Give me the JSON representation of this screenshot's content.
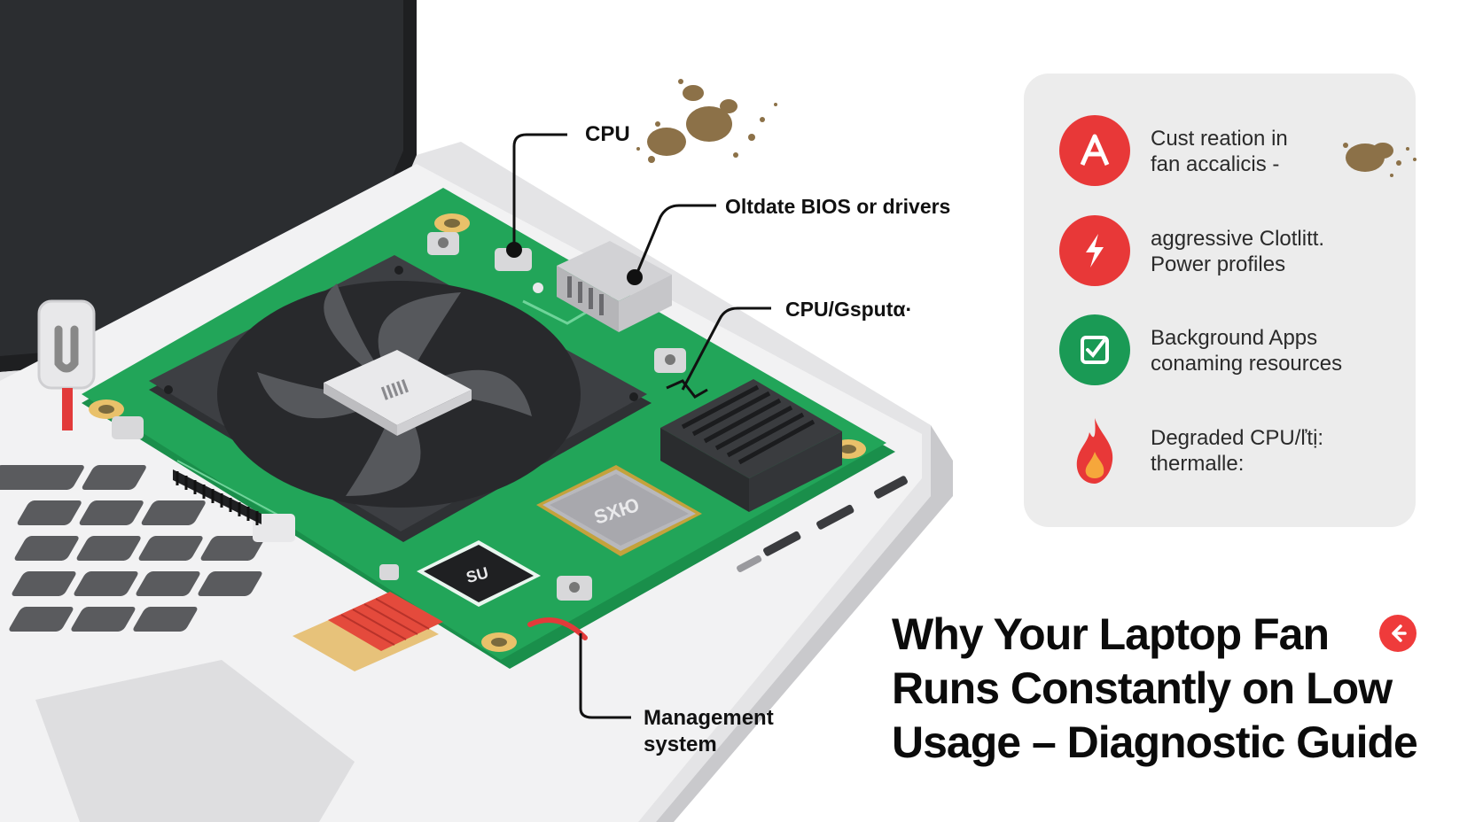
{
  "callouts": {
    "cpu": "CPU",
    "bios": "Oltdate BIOS or drivers",
    "gpu": "CPU/Gsputα·",
    "management_line1": "Management",
    "management_line2": "system"
  },
  "chips": {
    "fan_hub": "IIIII",
    "main_chip": "SXЮ",
    "small_chip": "SU"
  },
  "panel": {
    "items": [
      {
        "icon": "letter-a-icon",
        "color": "#e83838",
        "line1": "Cust reation in",
        "line2": "fan accalicis -"
      },
      {
        "icon": "lightning-bolt-icon",
        "color": "#e83838",
        "line1": "aggressive  Clotlitt.",
        "line2": "Power profiles"
      },
      {
        "icon": "checkbox-icon",
        "color": "#1a9a55",
        "line1": "Background Apps",
        "line2": "conaming resources"
      },
      {
        "icon": "flame-icon",
        "color": "#e83838",
        "line1": "Degraded CPU/ľtị:",
        "line2": "thermalle:"
      }
    ]
  },
  "title": {
    "line1": "Why Your Laptop Fan",
    "line2": "Runs Constantly on Low",
    "line3": "Usage – Diagnostic Guide"
  },
  "colors": {
    "board_green": "#22a559",
    "accent_red": "#ef3b3b",
    "fan_dark": "#3a3c3f",
    "dust_brown": "#8c7148"
  }
}
